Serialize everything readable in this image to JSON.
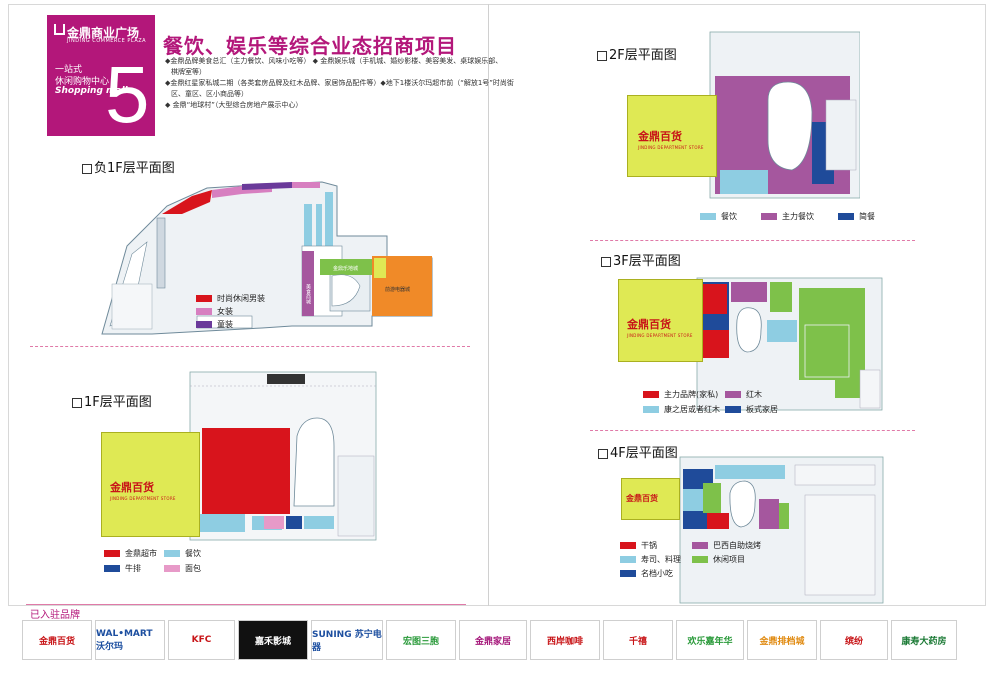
{
  "header": {
    "logo_name": "金鼎商业广场",
    "logo_en": "JINDING COMMERCE PLAZA",
    "logo_tag_1": "一站式",
    "logo_tag_2": "休闲购物中心",
    "logo_tag_3": "Shopping mall",
    "page_number": "5",
    "title": "餐饮、娱乐等综合业态招商项目",
    "desc_1": "◆金鼎品牌美食总汇（主力餐饮、风味小吃等）  ◆ 金鼎娱乐城（手机城、婚纱影楼、美容美发、桌球娱乐部、",
    "desc_1b": "棋牌室等）",
    "desc_2": "◆金鼎红星家私城二期（各类套房品牌及红木品牌、家居饰品配件等）◆地下1楼沃尔玛超市前（“解放1号”时尚街",
    "desc_2b": "区、童区、区小商品等）",
    "desc_3": "◆ 金鼎“地球村”（大型综合房地产展示中心）"
  },
  "floors": {
    "b1": {
      "title": "负1F层平面图",
      "legend": [
        {
          "label": "时尚休闲男装",
          "color": "#d8141c"
        },
        {
          "label": "女装",
          "color": "#d77fc0"
        },
        {
          "label": "童装",
          "color": "#6a3a9a"
        }
      ],
      "labels": {
        "b1_a": "金鼎乐地城",
        "b1_b": "美食商城",
        "b1_c": "前游电器城"
      }
    },
    "f1": {
      "title": "1F层平面图",
      "legend": [
        {
          "label": "金鼎超市",
          "color": "#d8141c"
        },
        {
          "label": "餐饮",
          "color": "#8ecde2"
        },
        {
          "label": "牛排",
          "color": "#1f4b9a"
        },
        {
          "label": "面包",
          "color": "#e79ac8"
        }
      ]
    },
    "f2": {
      "title": "2F层平面图",
      "legend": [
        {
          "label": "餐饮",
          "color": "#8ecde2"
        },
        {
          "label": "主力餐饮",
          "color": "#a5579e"
        },
        {
          "label": "简餐",
          "color": "#1f4b9a"
        }
      ]
    },
    "f3": {
      "title": "3F层平面图",
      "legend": [
        {
          "label": "主力品牌(家私)",
          "color": "#d8141c"
        },
        {
          "label": "康之居或者红木",
          "color": "#8ecde2"
        },
        {
          "label": "红木",
          "color": "#a5579e"
        },
        {
          "label": "板式家居",
          "color": "#1f4b9a"
        }
      ]
    },
    "f4": {
      "title": "4F层平面图",
      "legend": [
        {
          "label": "干锅",
          "color": "#d8141c"
        },
        {
          "label": "寿司、料理",
          "color": "#8ecde2"
        },
        {
          "label": "名档小吃",
          "color": "#1f4b9a"
        },
        {
          "label": "巴西自助烧烤",
          "color": "#a5579e"
        },
        {
          "label": "休闲项目",
          "color": "#7ec14a"
        }
      ]
    }
  },
  "store": {
    "name": "金鼎百货",
    "en": "JINDING DEPARTMENT STORE"
  },
  "brands": {
    "title": "已入驻品牌",
    "items": [
      {
        "label": "金鼎百货",
        "color": "#c81518"
      },
      {
        "label": "WAL•MART 沃尔玛",
        "color": "#1d4fa0"
      },
      {
        "label": "KFC",
        "color": "#c81518"
      },
      {
        "label": "嘉禾影城",
        "color": "#111111"
      },
      {
        "label": "SUNING 苏宁电器",
        "color": "#1d4fa0"
      },
      {
        "label": "宏图三胞",
        "color": "#2a9a3a"
      },
      {
        "label": "金鼎家居",
        "color": "#a5177a"
      },
      {
        "label": "西岸咖啡",
        "color": "#c81518"
      },
      {
        "label": "千禧",
        "color": "#c81518"
      },
      {
        "label": "欢乐嘉年华",
        "color": "#2a9a3a"
      },
      {
        "label": "金鼎排档城",
        "color": "#e08a10"
      },
      {
        "label": "缤纷",
        "color": "#c81518"
      },
      {
        "label": "康寿大药房",
        "color": "#1b7a35"
      }
    ]
  }
}
